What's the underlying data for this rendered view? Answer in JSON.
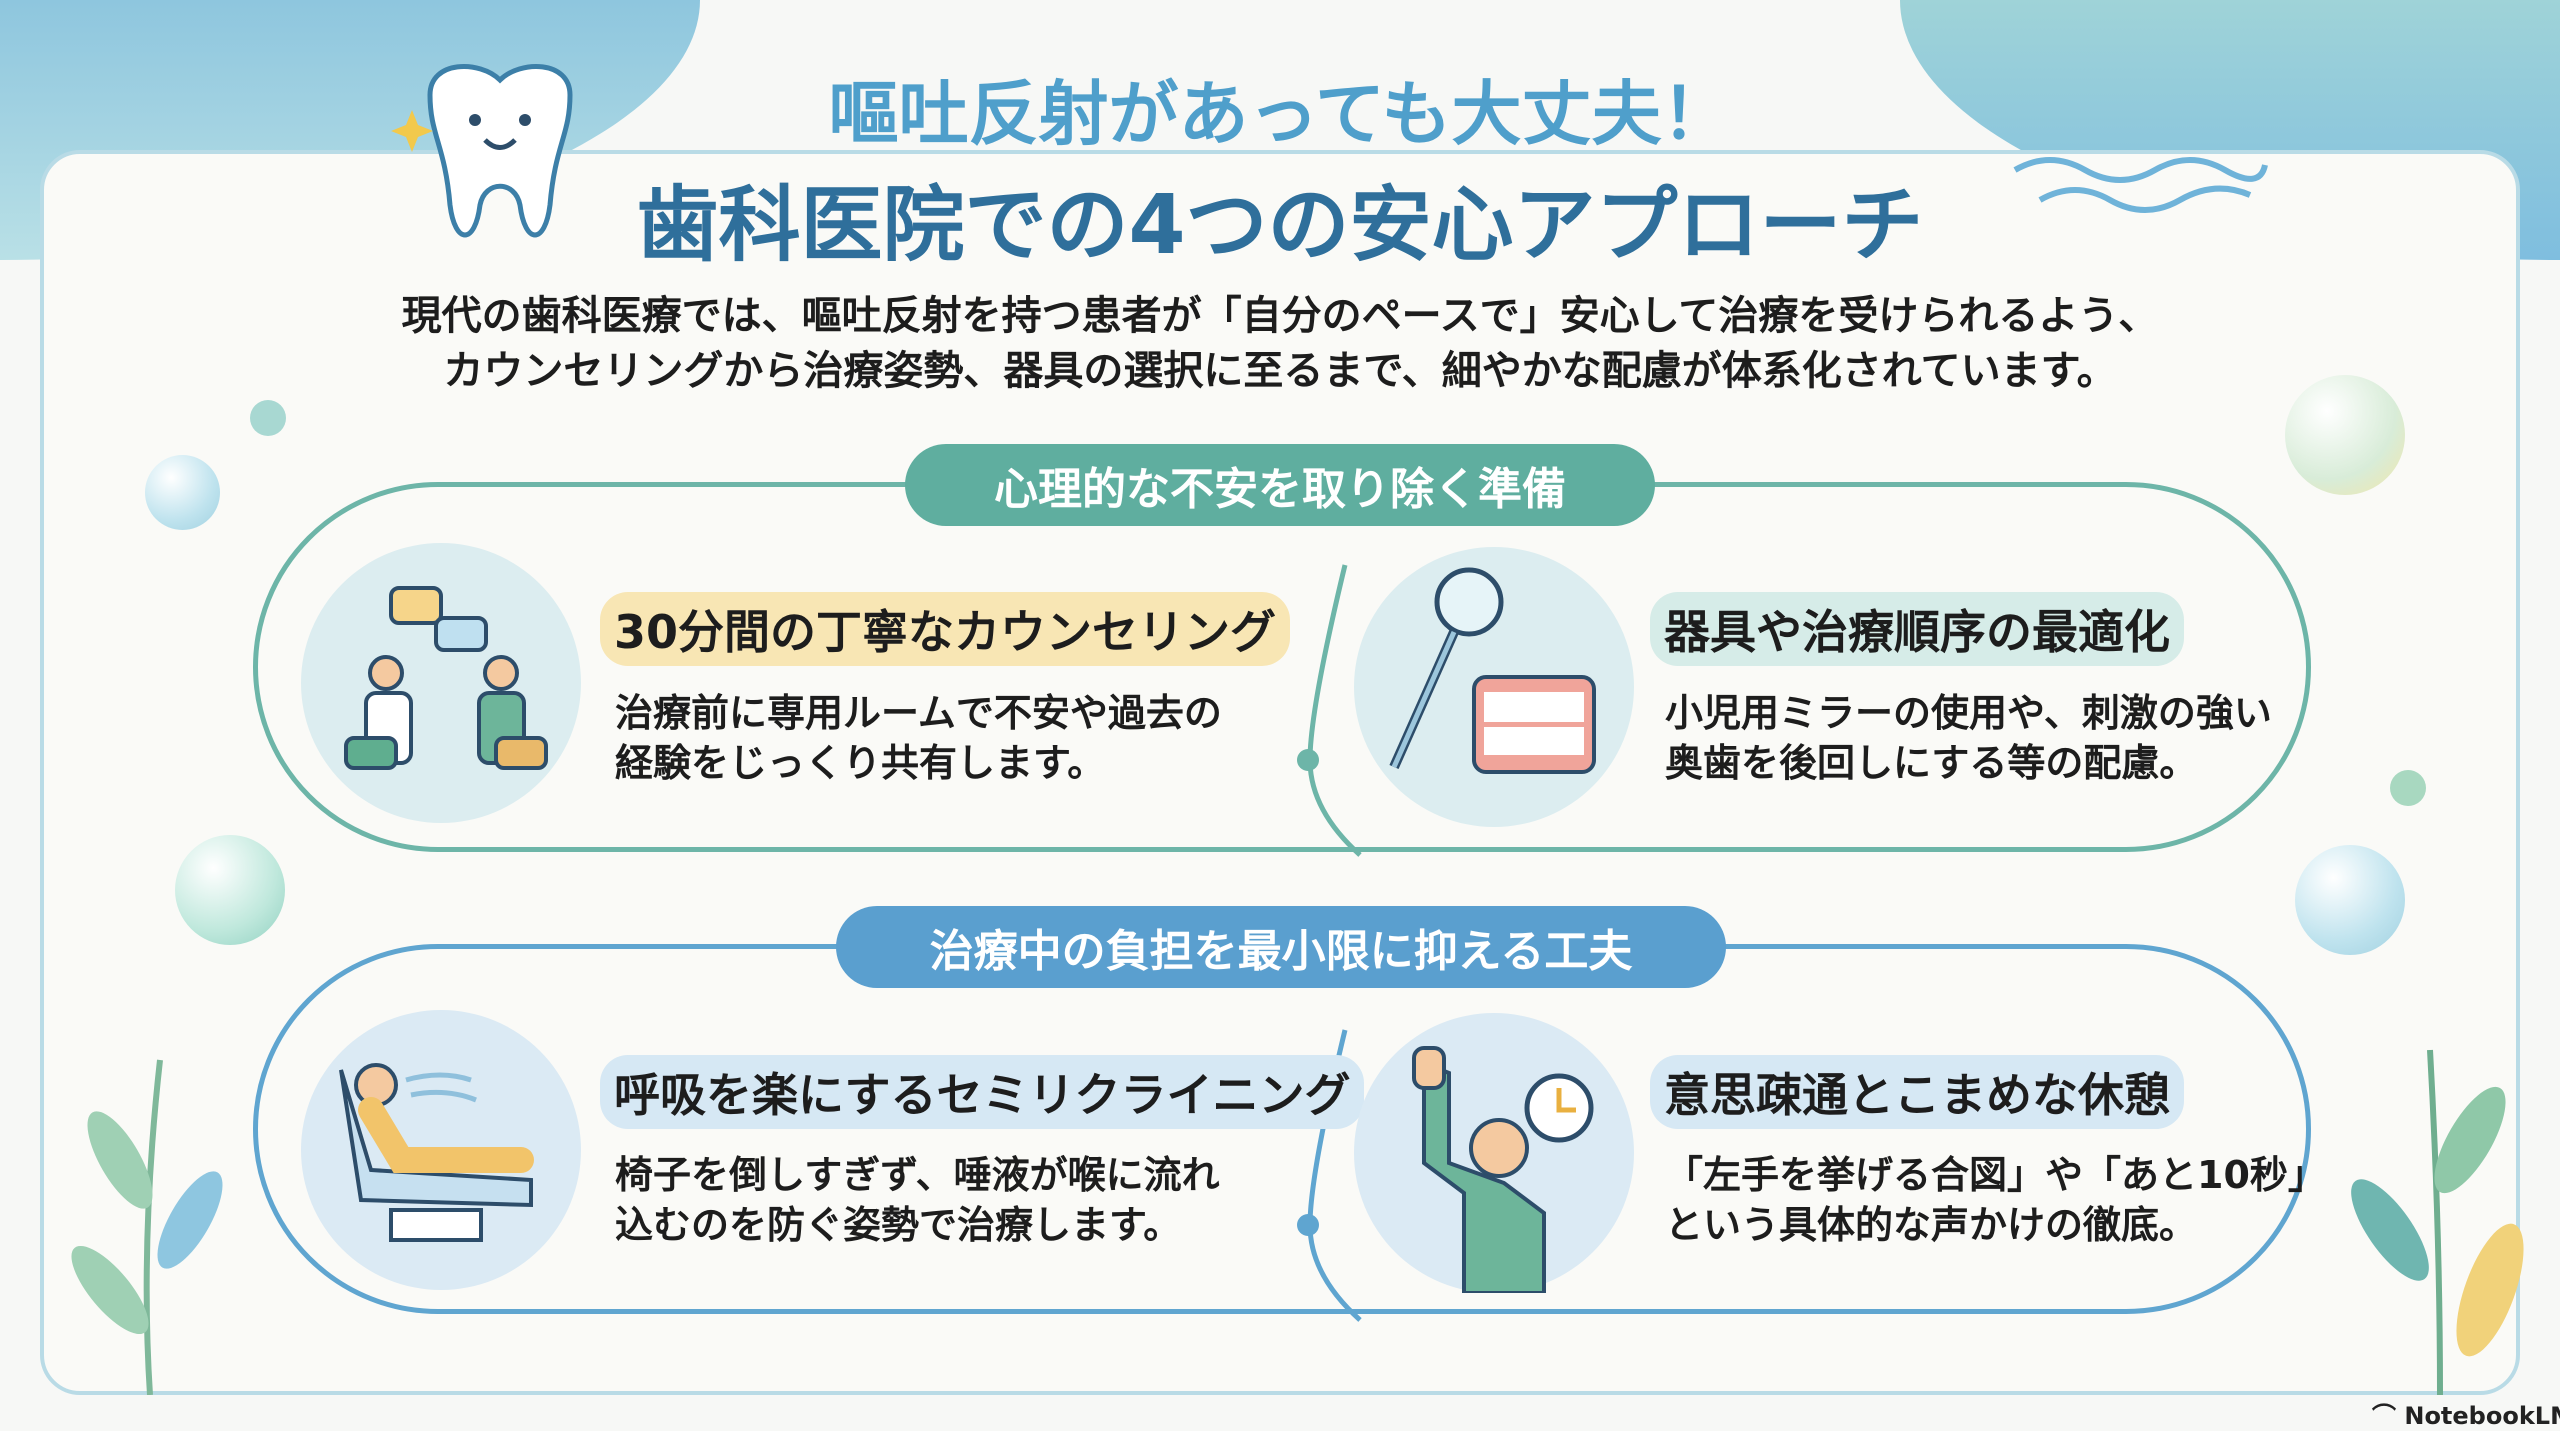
{
  "title": {
    "line1": "嘔吐反射があっても大丈夫！",
    "line2": "歯科医院での4つの安心アプローチ"
  },
  "intro": {
    "line1": "現代の歯科医療では、嘔吐反射を持つ患者が「自分のペースで」安心して治療を受けられるよう、",
    "line2": "カウンセリングから治療姿勢、器具の選択に至るまで、細やかな配慮が体系化されています。"
  },
  "sections": [
    {
      "label": "心理的な不安を取り除く準備",
      "color": "#5fae9f",
      "items": [
        {
          "heading": "30分間の丁寧なカウンセリング",
          "body1": "治療前に専用ルームで不安や過去の",
          "body2": "経験をじっくり共有します。",
          "icon": "counseling-icon"
        },
        {
          "heading": "器具や治療順序の最適化",
          "body1": "小児用ミラーの使用や、刺激の強い",
          "body2": "奥歯を後回しにする等の配慮。",
          "icon": "dental-mirror-teeth-icon"
        }
      ]
    },
    {
      "label": "治療中の負担を最小限に抑える工夫",
      "color": "#5a9fcf",
      "items": [
        {
          "heading": "呼吸を楽にするセミリクライニング",
          "body1": "椅子を倒しすぎず、唾液が喉に流れ",
          "body2": "込むのを防ぐ姿勢で治療します。",
          "icon": "reclining-chair-icon"
        },
        {
          "heading": "意思疎通とこまめな休憩",
          "body1": "「左手を挙げる合図」や「あと10秒」",
          "body2": "という具体的な声かけの徹底。",
          "icon": "raised-hand-clock-icon"
        }
      ]
    }
  ],
  "footer": {
    "brand": "NotebookLM"
  }
}
